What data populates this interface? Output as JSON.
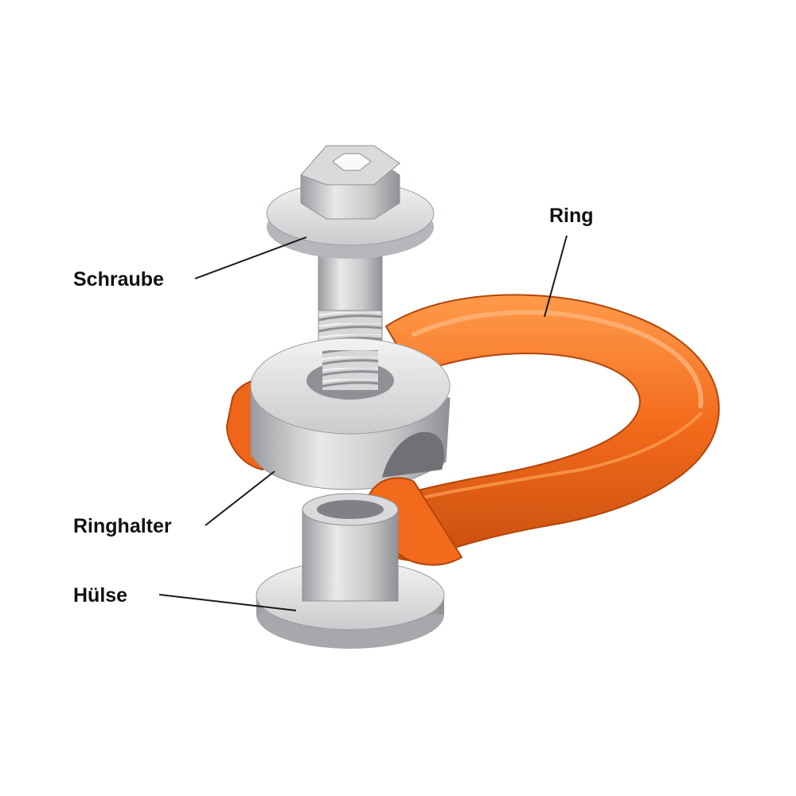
{
  "labels": {
    "schraube": "Schraube",
    "ring": "Ring",
    "ringhalter": "Ringhalter",
    "huelse": "Hülse"
  },
  "colors": {
    "ring_orange": "#F26A1B",
    "ring_highlight": "#FFA25A",
    "ring_shadow": "#C2470B",
    "metal_light": "#E6E7E8",
    "metal_mid": "#BEC0C2",
    "metal_dark": "#8E9093",
    "line": "#1a1a1a"
  }
}
